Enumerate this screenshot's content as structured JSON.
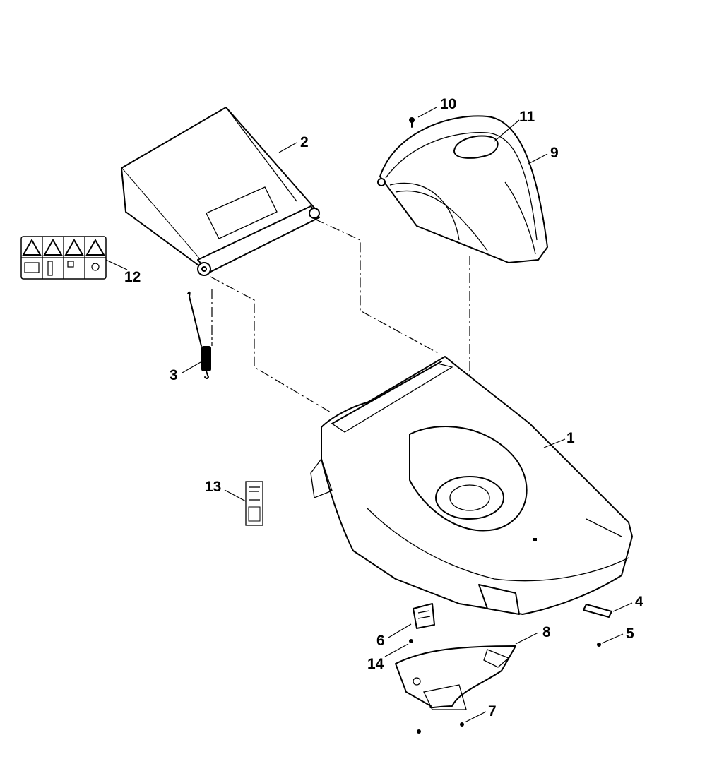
{
  "callouts": [
    {
      "id": "1",
      "label": "1"
    },
    {
      "id": "2",
      "label": "2"
    },
    {
      "id": "3",
      "label": "3"
    },
    {
      "id": "4",
      "label": "4"
    },
    {
      "id": "5",
      "label": "5"
    },
    {
      "id": "6",
      "label": "6"
    },
    {
      "id": "7",
      "label": "7"
    },
    {
      "id": "8",
      "label": "8"
    },
    {
      "id": "9",
      "label": "9"
    },
    {
      "id": "10",
      "label": "10"
    },
    {
      "id": "11",
      "label": "11"
    },
    {
      "id": "12",
      "label": "12"
    },
    {
      "id": "13",
      "label": "13"
    },
    {
      "id": "14",
      "label": "14"
    }
  ],
  "parts": [
    {
      "callout": "1",
      "icon": "mower-deck-housing"
    },
    {
      "callout": "2",
      "icon": "rear-flap-cover"
    },
    {
      "callout": "3",
      "icon": "tension-spring"
    },
    {
      "callout": "4",
      "icon": "label-strip"
    },
    {
      "callout": "5",
      "icon": "screw"
    },
    {
      "callout": "6",
      "icon": "bracket-clip"
    },
    {
      "callout": "7",
      "icon": "screw"
    },
    {
      "callout": "8",
      "icon": "mulching-insert"
    },
    {
      "callout": "9",
      "icon": "motor-hood"
    },
    {
      "callout": "10",
      "icon": "screw"
    },
    {
      "callout": "11",
      "icon": "hood-badge"
    },
    {
      "callout": "12",
      "icon": "warning-decal"
    },
    {
      "callout": "13",
      "icon": "type-plate-decal"
    },
    {
      "callout": "14",
      "icon": "screw"
    }
  ]
}
